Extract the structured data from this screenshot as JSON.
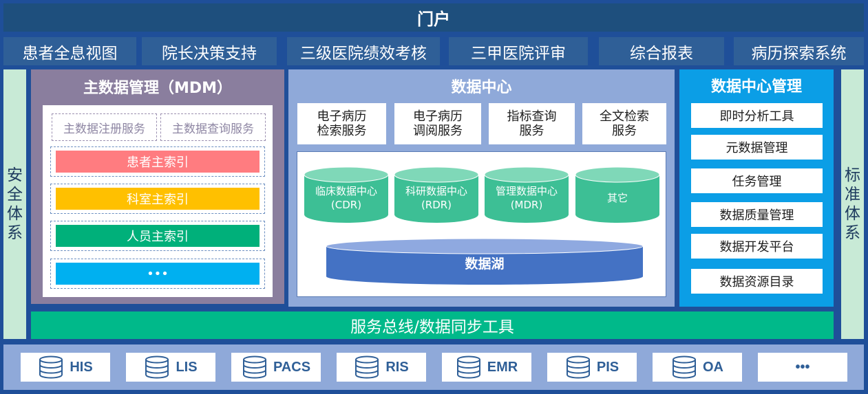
{
  "portal": {
    "label": "门户"
  },
  "apps": [
    {
      "label": "患者全息视图"
    },
    {
      "label": "院长决策支持"
    },
    {
      "label": "三级医院绩效考核"
    },
    {
      "label": "三甲医院评审"
    },
    {
      "label": "综合报表"
    },
    {
      "label": "病历探索系统"
    }
  ],
  "left_column": {
    "chars": [
      "安",
      "全",
      "体",
      "系"
    ]
  },
  "right_column": {
    "chars": [
      "标",
      "准",
      "体",
      "系"
    ]
  },
  "mdm": {
    "title": "主数据管理（MDM）",
    "services": [
      "主数据注册服务",
      "主数据查询服务"
    ],
    "indexes": [
      {
        "label": "患者主索引",
        "color": "#ff7c80"
      },
      {
        "label": "科室主索引",
        "color": "#ffc000"
      },
      {
        "label": "人员主索引",
        "color": "#00b07a"
      },
      {
        "label": "•••",
        "color": "#00b0f0"
      }
    ]
  },
  "data_center": {
    "title": "数据中心",
    "services": [
      {
        "line1": "电子病历",
        "line2": "检索服务"
      },
      {
        "line1": "电子病历",
        "line2": "调阅服务"
      },
      {
        "line1": "指标查询",
        "line2": "服务"
      },
      {
        "line1": "全文检索",
        "line2": "服务"
      }
    ],
    "stores": [
      {
        "line1": "临床数据中心",
        "line2": "(CDR)"
      },
      {
        "line1": "科研数据中心",
        "line2": "(RDR)"
      },
      {
        "line1": "管理数据中心",
        "line2": "(MDR)"
      },
      {
        "line1": "其它",
        "line2": ""
      }
    ],
    "lake": "数据湖",
    "store_color": "#3dbf95",
    "lake_color": "#4472c4"
  },
  "dc_management": {
    "title": "数据中心管理",
    "tools": [
      "即时分析工具",
      "元数据管理",
      "任务管理",
      "数据质量管理",
      "数据开发平台",
      "数据资源目录"
    ]
  },
  "bus": {
    "label": "服务总线/数据同步工具"
  },
  "systems": [
    {
      "name": "HIS"
    },
    {
      "name": "LIS"
    },
    {
      "name": "PACS"
    },
    {
      "name": "RIS"
    },
    {
      "name": "EMR"
    },
    {
      "name": "PIS"
    },
    {
      "name": "OA"
    },
    {
      "name": "•••"
    }
  ]
}
